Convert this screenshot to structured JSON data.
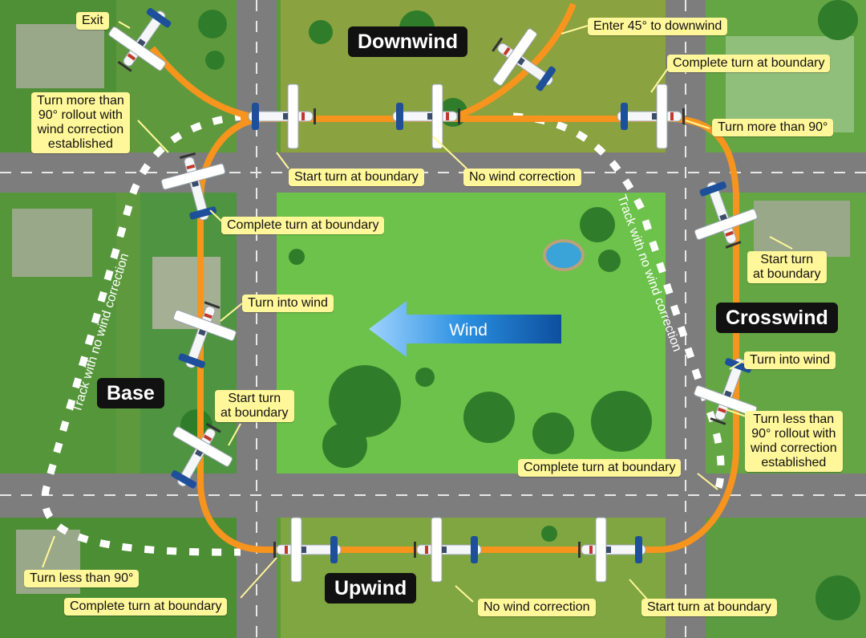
{
  "legs": {
    "downwind": "Downwind",
    "crosswind": "Crosswind",
    "upwind": "Upwind",
    "base": "Base"
  },
  "wind": {
    "label": "Wind",
    "direction": "right-to-left",
    "color": "#1e7fd6"
  },
  "track_labels": {
    "left": "Track with no wind correction",
    "right": "Track with no wind correction"
  },
  "callouts": {
    "exit": "Exit",
    "enter_45": "Enter 45° to downwind",
    "complete_turn_top_right": "Complete turn at boundary",
    "turn_more_90_left": [
      "Turn more than",
      "90° rollout with",
      "wind correction",
      "established"
    ],
    "turn_more_90_right": "Turn more than 90°",
    "start_turn_top": "Start turn at boundary",
    "no_wind_correction_top": "No wind correction",
    "complete_turn_upper_left": "Complete turn at boundary",
    "start_turn_right": [
      "Start turn",
      "at boundary"
    ],
    "turn_into_wind_left": "Turn into wind",
    "turn_into_wind_right": "Turn into wind",
    "start_turn_left": [
      "Start turn",
      "at boundary"
    ],
    "turn_less_90_right": [
      "Turn less than",
      "90° rollout with",
      "wind correction",
      "established"
    ],
    "complete_turn_lower_right": "Complete turn at boundary",
    "turn_less_90_left": "Turn less than 90°",
    "complete_turn_bottom_left": "Complete turn at boundary",
    "no_wind_correction_bottom": "No wind correction",
    "start_turn_bottom": "Start turn at boundary"
  },
  "colors": {
    "grass": "#5e9a3d",
    "field": "#6cc24a",
    "road": "#7d7d7d",
    "path": "#f7941d",
    "callout": "#fff799",
    "leg_label_bg": "#111111"
  }
}
